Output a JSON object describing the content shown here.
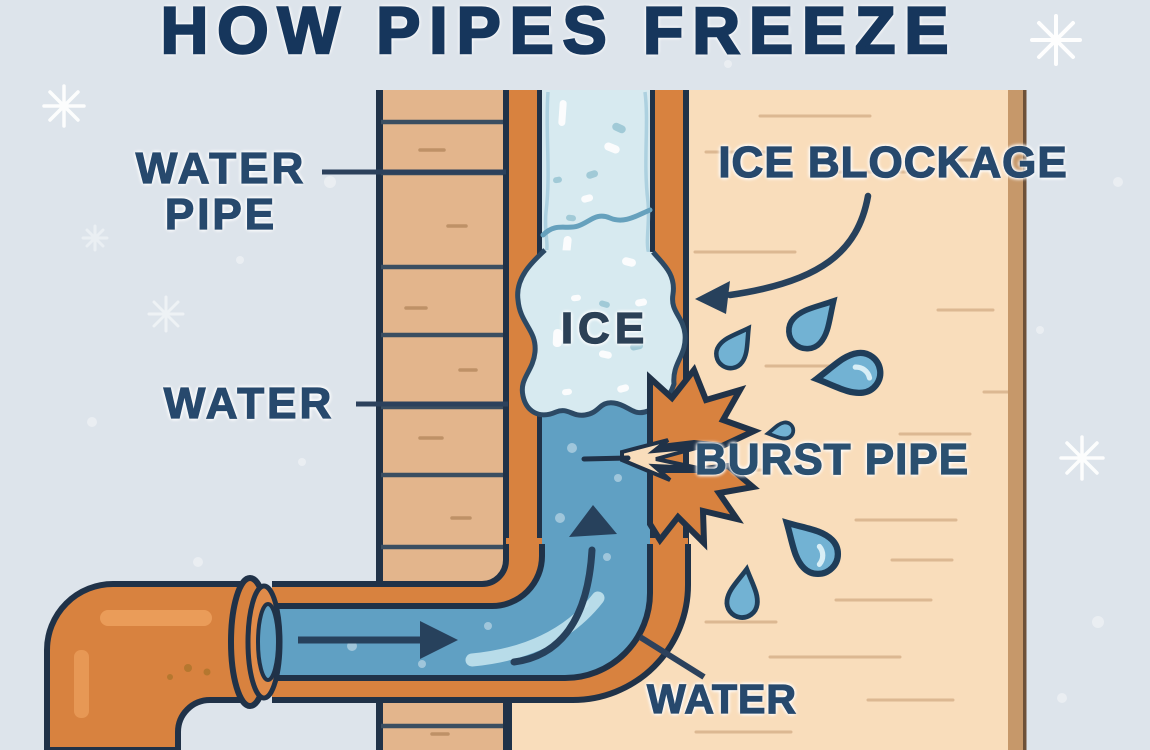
{
  "title": "HOW PIPES FREEZE",
  "labels": {
    "water_pipe": [
      "WATER",
      "PIPE"
    ],
    "ice_blockage": "ICE BLOCKAGE",
    "ice": "ICE",
    "water_upper": "WATER",
    "burst_pipe": "BURST PIPE",
    "water_lower": "WATER"
  },
  "icons": {
    "snowflake": "✳",
    "arrow_right": "→",
    "arrow_up": "↑",
    "arrow_curved_down_left": "↙"
  },
  "colors": {
    "background": "#dde4eb",
    "title_navy": "#16365c",
    "label_navy": "#27496d",
    "outline": "#203248",
    "pipe_orange": "#d8823f",
    "pipe_orange_highlight": "#eb9d5b",
    "brick": "#e3b58c",
    "mortar": "#3b4e61",
    "ice": "#d7eaf0",
    "water": "#60a0c3",
    "droplet": "#72b2d3",
    "interior_wall": "#f9ddbb",
    "wall_edge_strip": "#c6986a",
    "snowflake_white": "#ffffff"
  }
}
